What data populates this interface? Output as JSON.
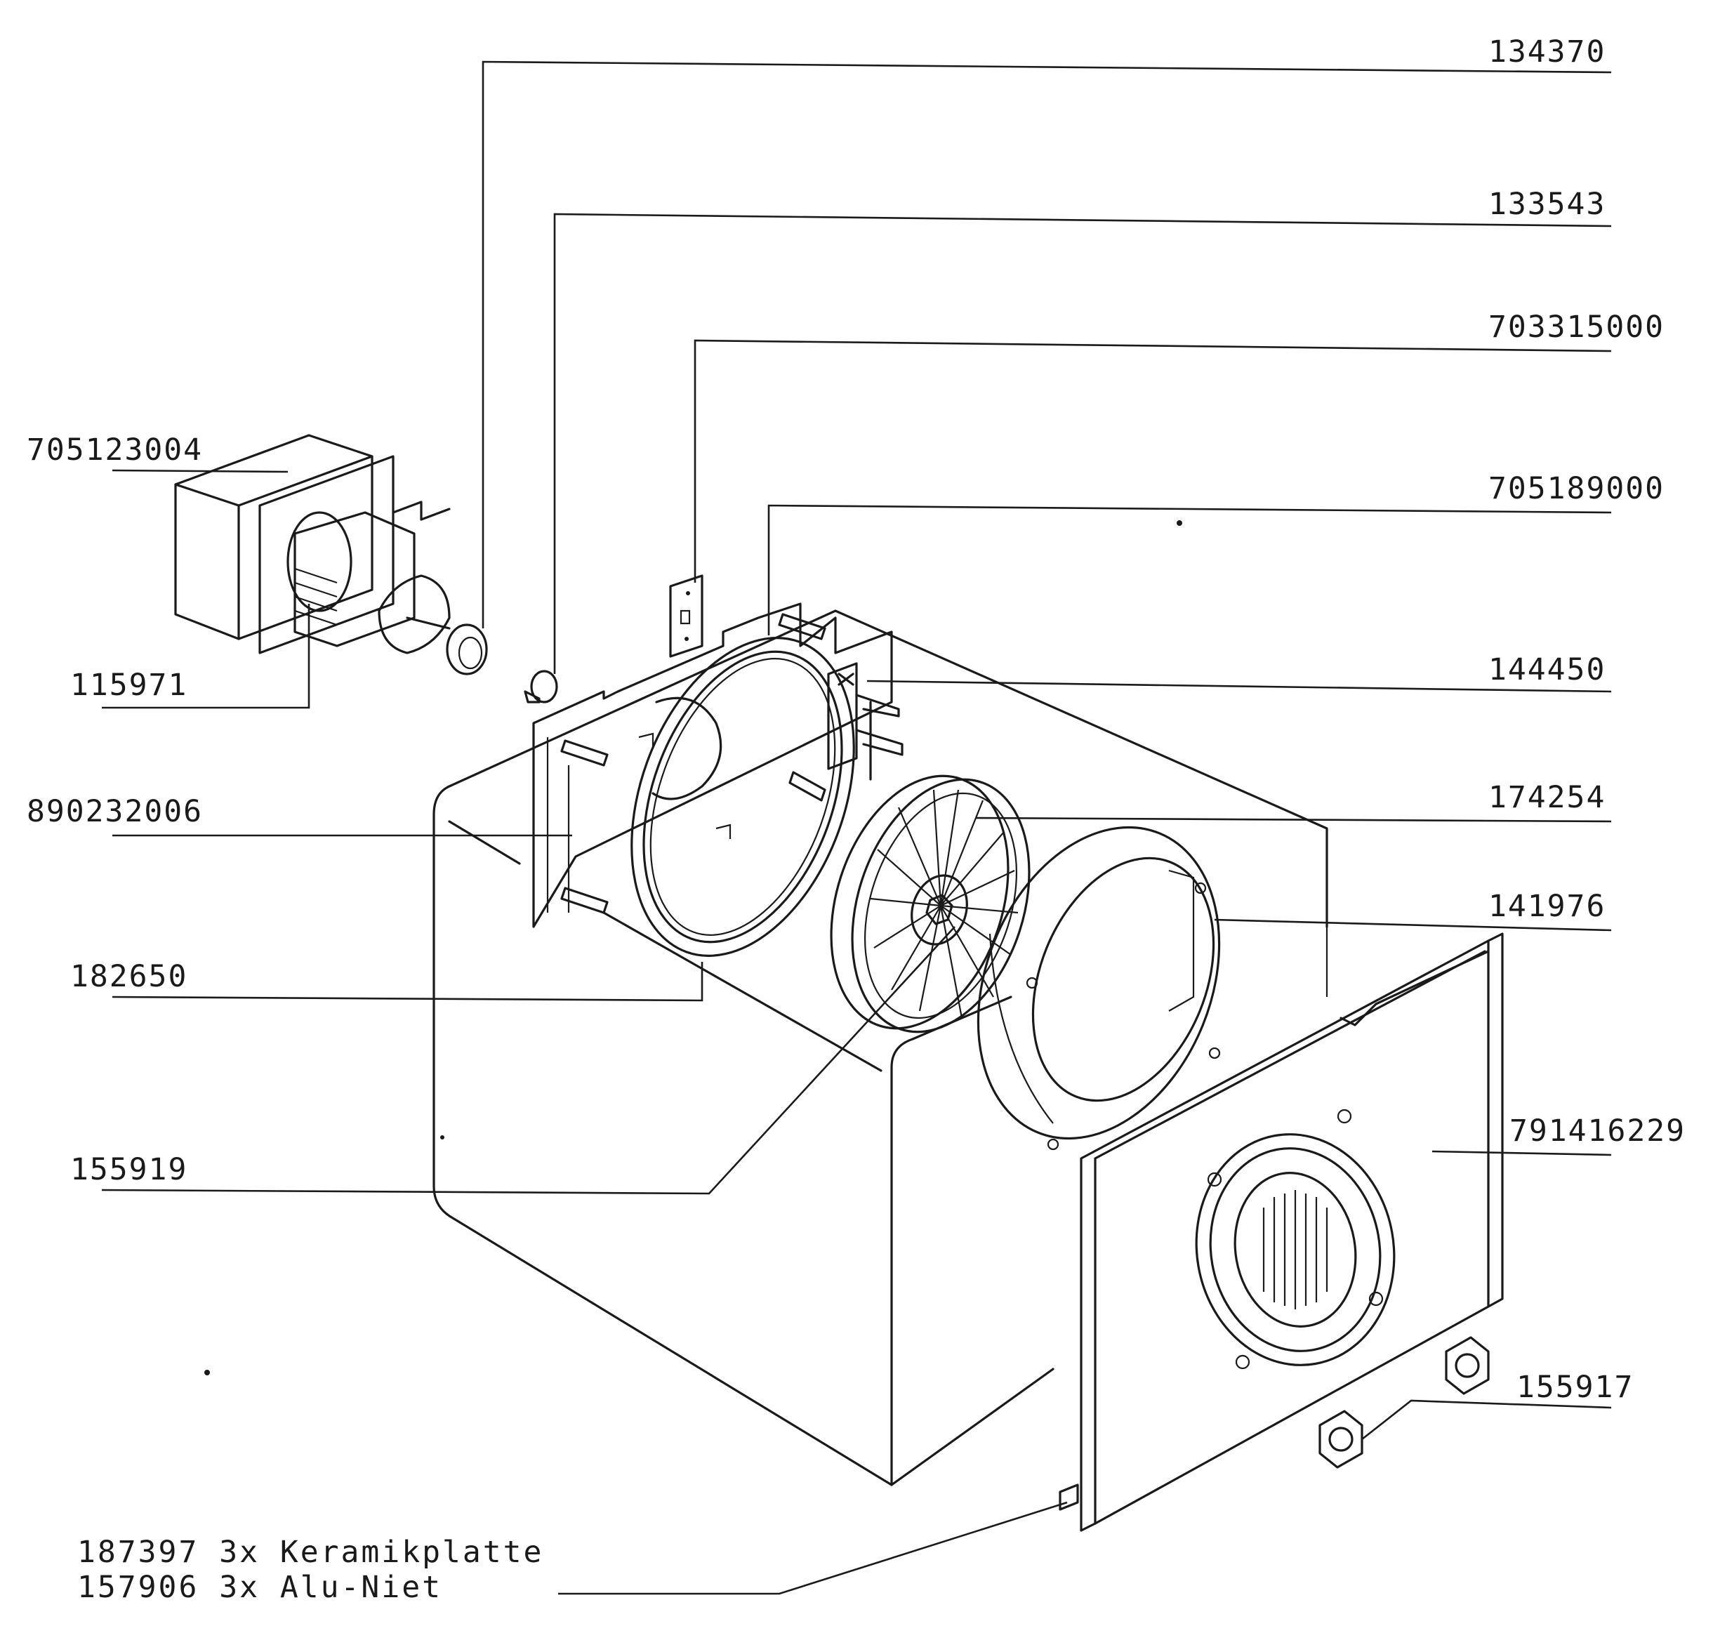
{
  "labels": {
    "l134370": "134370",
    "l133543": "133543",
    "l703315000": "703315000",
    "l705123004": "705123004",
    "l705189000": "705189000",
    "l144450": "144450",
    "l115971": "115971",
    "l890232006": "890232006",
    "l174254": "174254",
    "l141976": "141976",
    "l182650": "182650",
    "l155919": "155919",
    "l791416229": "791416229",
    "l155917": "155917"
  },
  "notes": {
    "line1": "187397 3x Keramikplatte",
    "line2": "157906 3x Alu-Niet"
  }
}
